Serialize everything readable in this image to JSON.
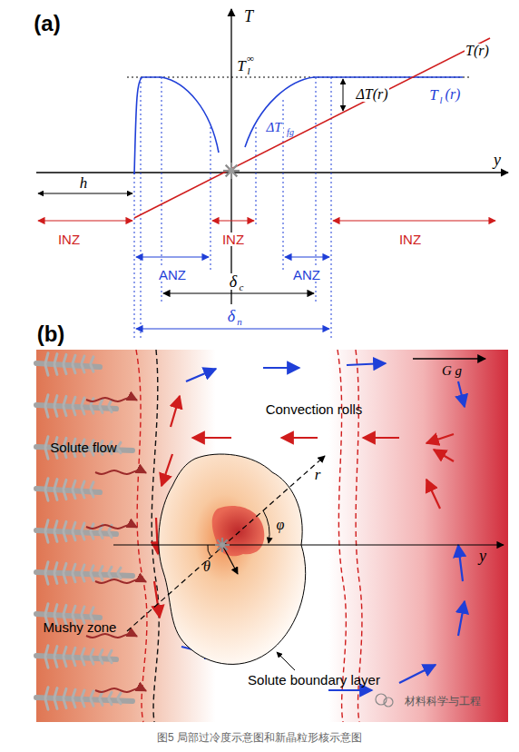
{
  "diagram": {
    "caption": "图5 局部过冷度示意图和新晶粒形核示意图",
    "labels": [
      "(a)",
      "T",
      "T",
      "l",
      "∞",
      "T(r)",
      "ΔT(r)",
      "T",
      "l",
      "(r)",
      "y",
      "ΔT",
      "fg",
      "h",
      "INZ",
      "INZ",
      "INZ",
      "ANZ",
      "ANZ",
      "δ",
      "c",
      "δ",
      "n",
      "(b)",
      "G g",
      "Convection rolls",
      "Solute flow",
      "r",
      "φ",
      "y",
      "θ",
      "Mushy zone",
      "Solute boundary layer",
      "材料科学与工程"
    ]
  }
}
